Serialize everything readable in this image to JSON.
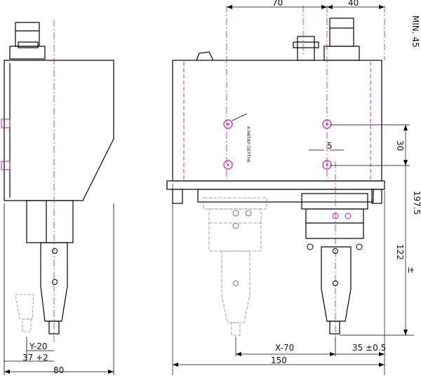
{
  "dimensions": {
    "d70": "70",
    "d40": "40",
    "min45": "MIN. 45",
    "d30": "30",
    "d5": "5",
    "d197": "197.5",
    "d122": "122",
    "dpm": "±",
    "y20": "Y-20",
    "d37": "37 +2",
    "d80": "80",
    "x70": "X-70",
    "d35": "35 ±0.5",
    "d150": "150"
  },
  "notes": {
    "tap": "4-M6TAP DEPTH6"
  },
  "colors": {
    "line": "#000000",
    "hidden": "#d0169a",
    "phantom": "#888888"
  }
}
